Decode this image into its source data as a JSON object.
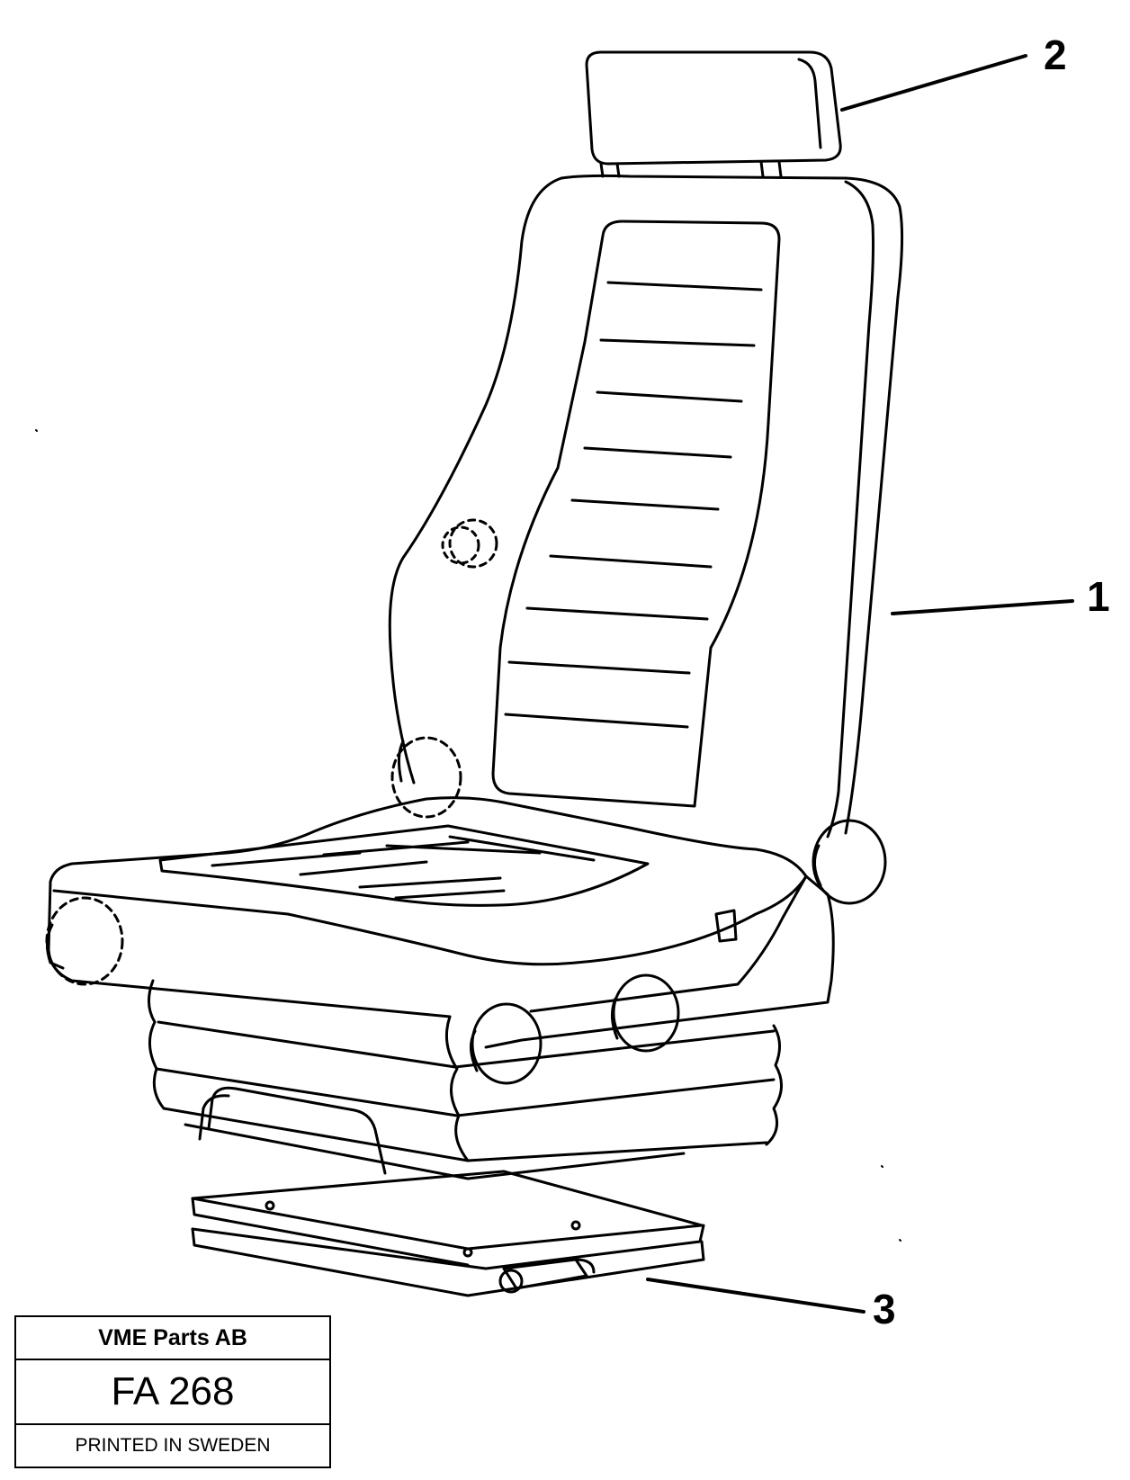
{
  "callouts": {
    "item_1": "1",
    "item_2": "2",
    "item_3": "3"
  },
  "title_block": {
    "company": "VME Parts AB",
    "code": "FA 268",
    "printed": "PRINTED IN SWEDEN"
  },
  "colors": {
    "ink": "#000000",
    "paper": "#ffffff"
  }
}
